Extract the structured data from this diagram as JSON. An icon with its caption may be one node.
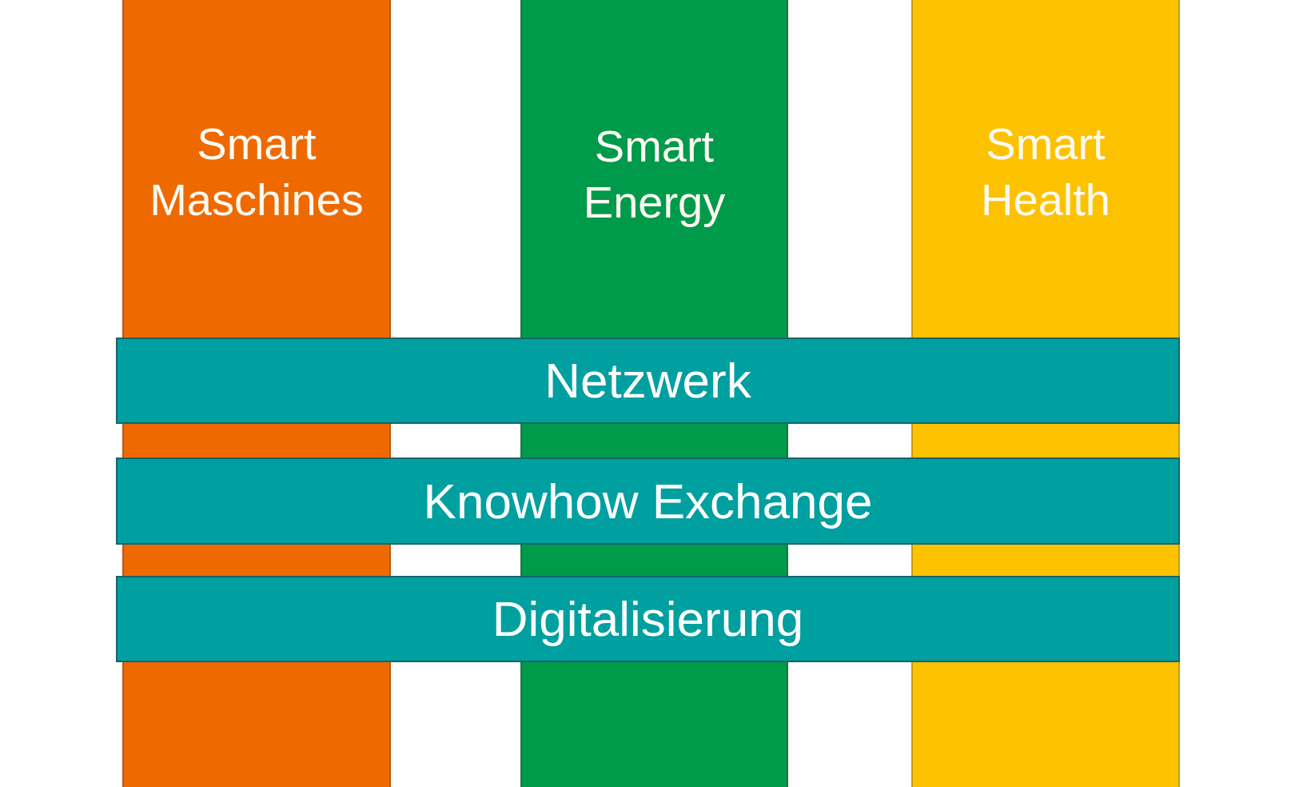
{
  "diagram": {
    "nodes": [
      {
        "text": [
          "Smart Maschines"
        ]
      },
      {
        "text": [
          "Smart Energy"
        ]
      },
      {
        "text": [
          "Smart Health"
        ]
      },
      {
        "text": [
          "Netzwerk"
        ]
      },
      {
        "text": [
          "Knowhow Exchange"
        ]
      },
      {
        "text": [
          "Digitalisierung"
        ]
      }
    ]
  }
}
